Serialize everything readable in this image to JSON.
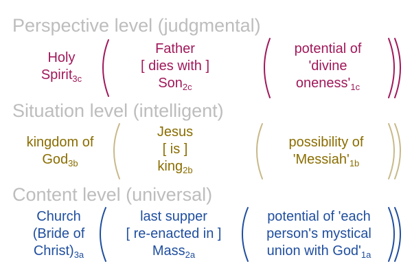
{
  "colors": {
    "heading": "#bdbdbd",
    "perspective": "#a0185a",
    "situation": "#8a6d00",
    "content": "#1f4e9e",
    "perspective_bracket": "#a0185a",
    "situation_bracket": "#c8b98a",
    "content_bracket": "#1f4e9e"
  },
  "levels": [
    {
      "heading": "Perspective level (judgmental)",
      "left": {
        "lines": [
          "Holy"
        ],
        "last": "Spirit",
        "sub": "3c"
      },
      "middle": {
        "lines": [
          "Father",
          "[ dies with ]"
        ],
        "last": "Son",
        "sub": "2c"
      },
      "right": {
        "lines": [
          "potential of",
          "'divine"
        ],
        "last": "oneness'",
        "sub": "1c"
      }
    },
    {
      "heading": "Situation level (intelligent)",
      "left": {
        "lines": [
          "kingdom of"
        ],
        "last": "God",
        "sub": "3b"
      },
      "middle": {
        "lines": [
          "Jesus",
          "[ is ]"
        ],
        "last": "king",
        "sub": "2b"
      },
      "right": {
        "lines": [
          "possibility of"
        ],
        "last": "'Messiah'",
        "sub": "1b"
      }
    },
    {
      "heading": "Content level (universal)",
      "left": {
        "lines": [
          "Church",
          "(Bride of"
        ],
        "last": "Christ)",
        "sub": "3a"
      },
      "middle": {
        "lines": [
          "last supper",
          "[ re-enacted in ]"
        ],
        "last": "Mass",
        "sub": "2a"
      },
      "right": {
        "lines": [
          "potential of 'each",
          "person's mystical"
        ],
        "last": "union with God'",
        "sub": "1a"
      }
    }
  ]
}
